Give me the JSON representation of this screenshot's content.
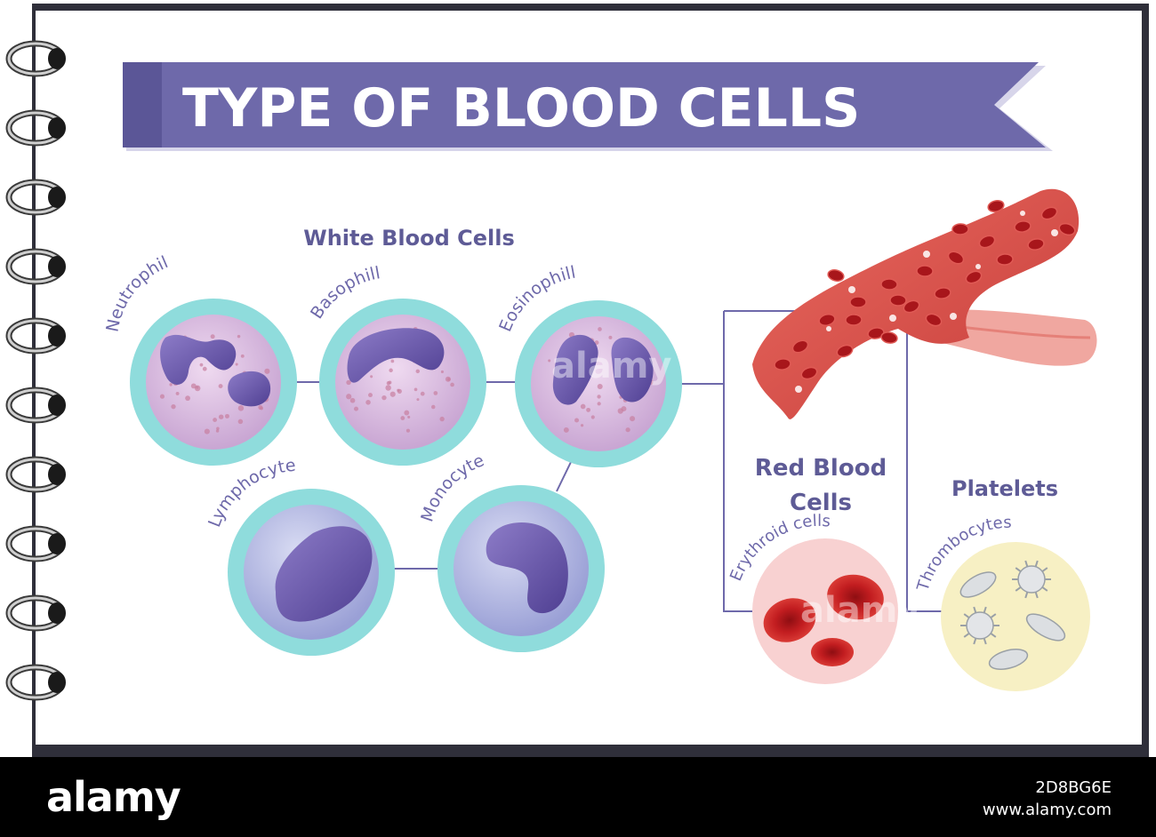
{
  "title": "TYPE OF BLOOD CELLS",
  "sections": {
    "white": "White Blood Cells",
    "red_line1": "Red Blood",
    "red_line2": "Cells",
    "platelets": "Platelets"
  },
  "cells": {
    "neutrophil": "Neutrophil",
    "basophil": "Basophill",
    "eosinophil": "Eosinophill",
    "lymphocyte": "Lymphocyte",
    "monocyte": "Monocyte",
    "erythroid": "Erythroid cells",
    "thrombocytes": "Thrombocytes"
  },
  "footer": {
    "logo": "alamy",
    "image_id": "2D8BG6E",
    "site": "www.alamy.com"
  },
  "colors": {
    "banner": "#6e69aa",
    "banner_dark": "#5b5697",
    "label": "#5e5b96",
    "ring": "#8fdcdc",
    "cell_purple": "#d3b6db",
    "nucleus": "#6b59a8",
    "vessel": "#d9564f",
    "rbc": "#c81f22",
    "platelet_bg": "#f7f0c4",
    "rbc_bg": "#f8d1d1"
  }
}
